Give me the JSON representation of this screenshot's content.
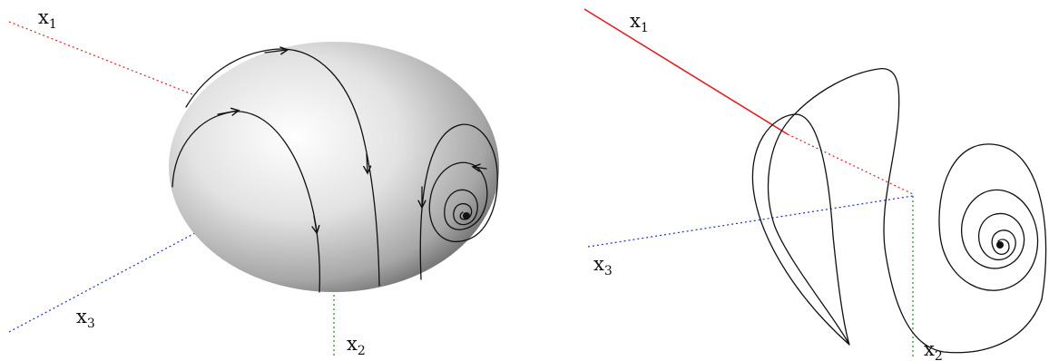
{
  "left_panel": {
    "axes": [
      {
        "name": "x1",
        "base": "x",
        "sub": "1",
        "color": "#e02020"
      },
      {
        "name": "x2",
        "base": "x",
        "sub": "2",
        "color": "#208a20"
      },
      {
        "name": "x3",
        "base": "x",
        "sub": "3",
        "color": "#2030c0"
      }
    ]
  },
  "right_panel": {
    "axes": [
      {
        "name": "x1",
        "base": "x",
        "sub": "1",
        "color": "#e02020"
      },
      {
        "name": "x2",
        "base": "x",
        "sub": "2",
        "color": "#208a20"
      },
      {
        "name": "x3",
        "base": "x",
        "sub": "3",
        "color": "#2030c0"
      }
    ]
  },
  "colors": {
    "curve": "#111111",
    "sphere_light": "#ffffff",
    "sphere_dark": "#555555"
  }
}
